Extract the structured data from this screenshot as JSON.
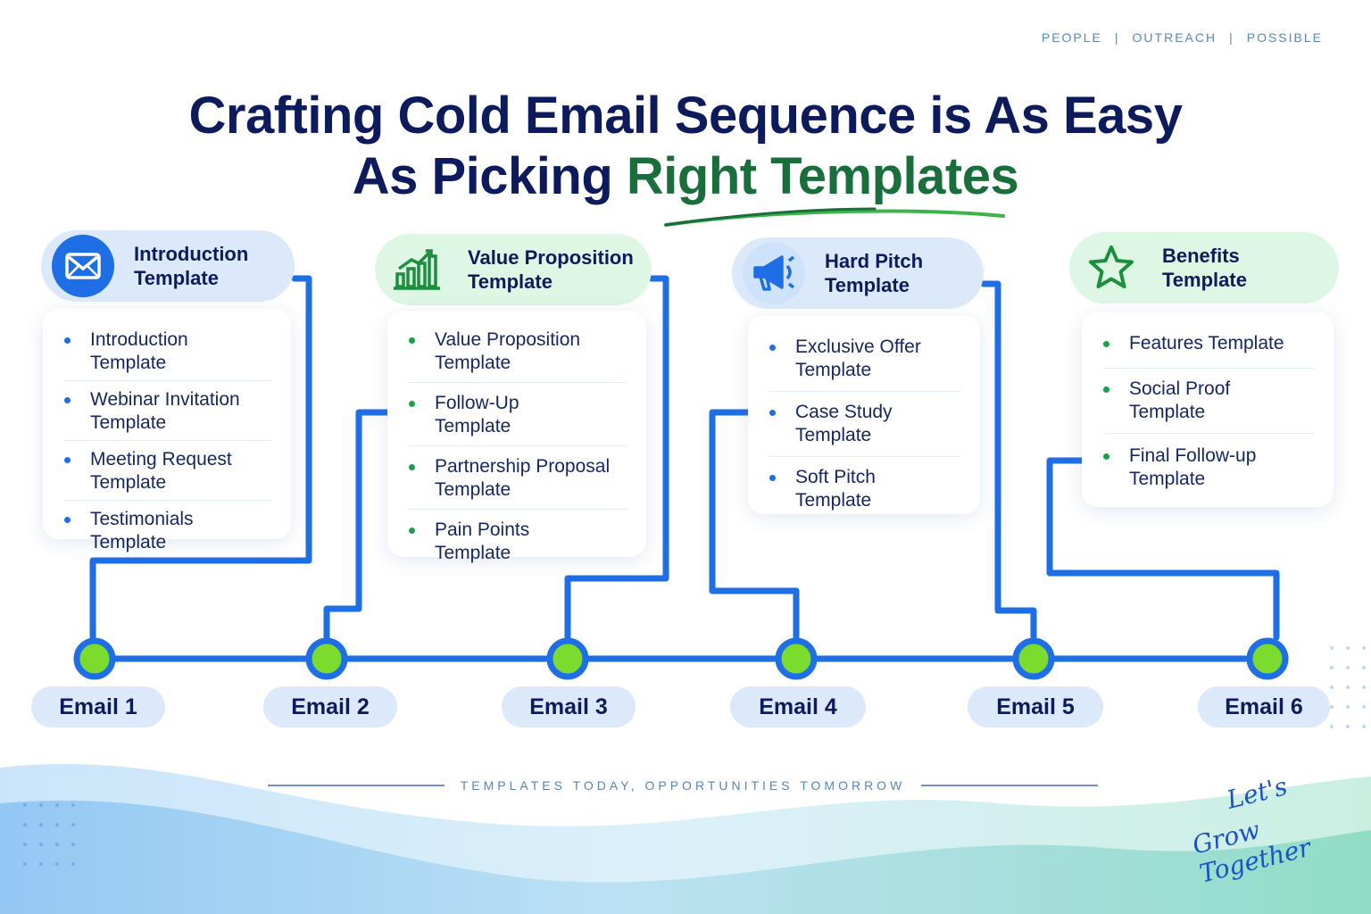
{
  "header": {
    "nav": [
      "PEOPLE",
      "OUTREACH",
      "POSSIBLE"
    ],
    "nav_separator": "|",
    "title_line1": "Crafting Cold Email Sequence is As Easy",
    "title_line2_prefix": "As Picking ",
    "title_line2_highlight": "Right Templates"
  },
  "categories": [
    {
      "label": "Introduction\nTemplate",
      "icon": "envelope-icon",
      "theme": "blue",
      "items": [
        "Introduction\nTemplate",
        "Webinar Invitation\nTemplate",
        "Meeting Request\nTemplate",
        "Testimonials\nTemplate"
      ]
    },
    {
      "label": "Value Proposition\nTemplate",
      "icon": "bar-chart-growth-icon",
      "theme": "green",
      "items": [
        "Value Proposition\nTemplate",
        "Follow-Up\nTemplate",
        "Partnership Proposal\nTemplate",
        "Pain Points\nTemplate"
      ]
    },
    {
      "label": "Hard Pitch\nTemplate",
      "icon": "megaphone-icon",
      "theme": "blue",
      "items": [
        "Exclusive Offer\nTemplate",
        "Case Study\nTemplate",
        "Soft Pitch\nTemplate"
      ]
    },
    {
      "label": "Benefits\nTemplate",
      "icon": "star-icon",
      "theme": "green",
      "items": [
        "Features Template",
        "Social Proof\nTemplate",
        "Final Follow-up\nTemplate"
      ]
    }
  ],
  "emails": [
    "Email 1",
    "Email 2",
    "Email 3",
    "Email 4",
    "Email 5",
    "Email 6"
  ],
  "footer": {
    "tagline": "TEMPLATES TODAY, OPPORTUNITIES TOMORROW",
    "signature_line1": "Let's",
    "signature_line2": "Grow Together"
  },
  "colors": {
    "navy": "#0d1b5c",
    "connector_blue": "#1e6fe6",
    "node_green": "#7bdc2e",
    "highlight_green": "#1a6e3c",
    "head_blue": "#dbe9fb",
    "head_green": "#def6e4"
  }
}
